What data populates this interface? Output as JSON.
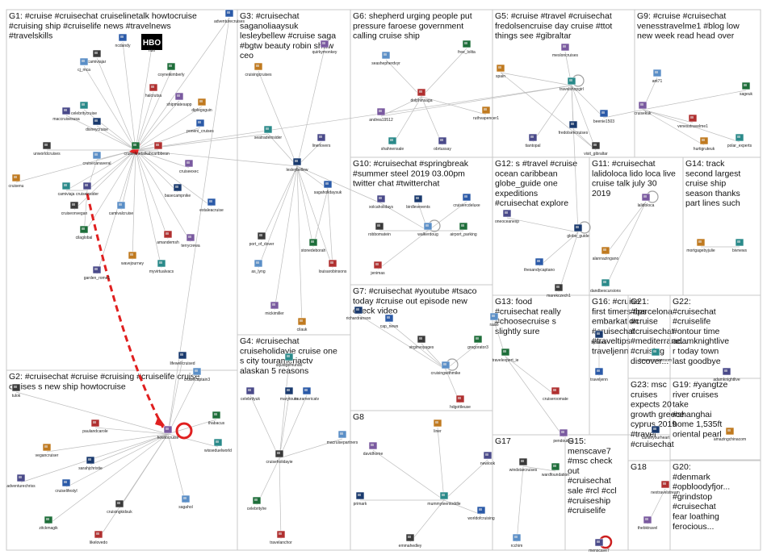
{
  "colors": {
    "group_border": "#c8c8c8",
    "edge": "#bdbdbd",
    "highlight_edge": "#e02020",
    "label_text": "#111111"
  },
  "groups": [
    {
      "id": "G1",
      "lines": [
        "G1: #cruise #cruisechat cruiselinetalk howtocruise",
        "#cruising ship #cruiselife news #travelnews",
        "#travelskills"
      ]
    },
    {
      "id": "G2",
      "lines": [
        "G2: #cruisechat #cruise #cruising #cruiselife cruise",
        "cruises s new ship howtocruise"
      ]
    },
    {
      "id": "G3",
      "lines": [
        "G3: #cruisechat",
        "saganoliaaysuk",
        "lesleybellew #cruise saga",
        "#bgtw beauty robin shaw",
        "ceo"
      ]
    },
    {
      "id": "G4",
      "lines": [
        "G4: #cruisechat",
        "cruiseholidayie cruise one",
        "s city tourameriactv",
        "alaskan 5 reasons"
      ]
    },
    {
      "id": "G5",
      "lines": [
        "G5: #cruise #travel #cruisechat",
        "fredolsencruise day cruise #ttot",
        "things see #gibraltar"
      ]
    },
    {
      "id": "G6",
      "lines": [
        "G6: shepherd urging people put",
        "pressure faroese government",
        "calling cruise ship"
      ]
    },
    {
      "id": "G7",
      "lines": [
        "G7: #cruisechat #youtube #tsaco",
        "today #cruise out episode new",
        "check video"
      ]
    },
    {
      "id": "G8",
      "lines": [
        "G8"
      ]
    },
    {
      "id": "G9",
      "lines": [
        "G9: #cruise #cruisechat",
        "venesstravelme1 #blog low",
        "new week read head over"
      ]
    },
    {
      "id": "G10",
      "lines": [
        "G10: #cruisechat #springbreak",
        "#summer steel 2019 03.00pm",
        "twitter chat #twitterchat"
      ]
    },
    {
      "id": "G11",
      "lines": [
        "G11: #cruisechat",
        "lalidoloca lido loca live",
        "cruise talk july 30",
        "2019"
      ]
    },
    {
      "id": "G12",
      "lines": [
        "G12: s #travel #cruise",
        "ocean caribbean",
        "globe_guide one",
        "expeditions",
        "#cruisechat explore"
      ]
    },
    {
      "id": "G13",
      "lines": [
        "G13: food",
        "#cruisechat really",
        "#choosecruise s",
        "slightly sure"
      ]
    },
    {
      "id": "G14",
      "lines": [
        "G14: track",
        "second largest",
        "cruise ship",
        "season thanks",
        "part lines such"
      ]
    },
    {
      "id": "G15",
      "lines": [
        "G15:",
        "menscave7",
        "#msc check",
        "out",
        "#cruisechat",
        "sale #rcl #ccl",
        "#cruiseship",
        "#cruiselife"
      ]
    },
    {
      "id": "G16",
      "lines": [
        "G16: #cruise",
        "first timers tips",
        "embarkation",
        "#cruisechat",
        "#traveltips",
        "traveljenn"
      ]
    },
    {
      "id": "G17",
      "lines": [
        "G17"
      ]
    },
    {
      "id": "G18",
      "lines": [
        "G18"
      ]
    },
    {
      "id": "G19",
      "lines": [
        "G19: #yangtze",
        "river cruises",
        "take",
        "#shanghai",
        "home 1,535ft",
        "oriental pearl"
      ]
    },
    {
      "id": "G20",
      "lines": [
        "G20:",
        "#denmark",
        "#opbloodyfjor...",
        "#grindstop",
        "#cruisechat",
        "fear loathing",
        "ferocious..."
      ]
    },
    {
      "id": "G21",
      "lines": [
        "G21:",
        "#barcelona",
        "#cruise",
        "#cruisechat",
        "#mediterrane...",
        "#cruising",
        "discover..."
      ]
    },
    {
      "id": "G22",
      "lines": [
        "G22:",
        "#cruisechat",
        "#cruiselife",
        "#ontour time",
        "adamknightlive",
        "r today town",
        "last goodbye"
      ]
    },
    {
      "id": "G23",
      "lines": [
        "G23: msc",
        "cruises",
        "expects 20",
        "growth greece",
        "cyprus 2019",
        "#travel",
        "#cruisechat"
      ]
    }
  ],
  "vertices": [
    {
      "group": "G1",
      "label": "hbo",
      "icon": "hbo-logo"
    },
    {
      "group": "G1",
      "label": "ncdandy"
    },
    {
      "group": "G1",
      "label": "camiviajar"
    },
    {
      "group": "G1",
      "label": "cj_mca"
    },
    {
      "group": "G1",
      "label": "coyneikimberly"
    },
    {
      "group": "G1",
      "label": "halcrutsa"
    },
    {
      "group": "G1",
      "label": "shipmatesapp"
    },
    {
      "group": "G1",
      "label": "diplegsguin"
    },
    {
      "group": "G1",
      "label": "celebritycruise"
    },
    {
      "group": "G1",
      "label": "maccruisesusa"
    },
    {
      "group": "G1",
      "label": "disneycruise"
    },
    {
      "group": "G1",
      "label": "poneni_cruises"
    },
    {
      "group": "G1",
      "label": "unworldcruises"
    },
    {
      "group": "G1",
      "label": "cruisecanaveral"
    },
    {
      "group": "G1",
      "label": "cruiselinetalk"
    },
    {
      "group": "G1",
      "label": "abcaribbean"
    },
    {
      "group": "G1",
      "label": "cruiseexec"
    },
    {
      "group": "G1",
      "label": "cruisenu"
    },
    {
      "group": "G1",
      "label": "camiviaja"
    },
    {
      "group": "G1",
      "label": "cruiseinsider"
    },
    {
      "group": "G1",
      "label": "basecampnike"
    },
    {
      "group": "G1",
      "label": "estaleacruise"
    },
    {
      "group": "G1",
      "label": "cruiseonvegan"
    },
    {
      "group": "G1",
      "label": "camivalcruise"
    },
    {
      "group": "G1",
      "label": "cilaglobal"
    },
    {
      "group": "G1",
      "label": "amandemsh"
    },
    {
      "group": "G1",
      "label": "terrycrewa"
    },
    {
      "group": "G1",
      "label": "wavejourney"
    },
    {
      "group": "G1",
      "label": "myvirtualvacs"
    },
    {
      "group": "G1",
      "label": "garden_rome1"
    },
    {
      "group": "G1",
      "label": "lifewellcruised"
    },
    {
      "group": "G1",
      "label": "adventurecruises"
    },
    {
      "group": "G2",
      "label": "tulok"
    },
    {
      "group": "G2",
      "label": "cruisecaptain3"
    },
    {
      "group": "G2",
      "label": "thabacus"
    },
    {
      "group": "G2",
      "label": "paulandcarole"
    },
    {
      "group": "G2",
      "label": "howtocruise"
    },
    {
      "group": "G2",
      "label": "vegancruiser"
    },
    {
      "group": "G2",
      "label": "wisseduelworld"
    },
    {
      "group": "G2",
      "label": "adventurechriss"
    },
    {
      "group": "G2",
      "label": "sarahjchristie"
    },
    {
      "group": "G2",
      "label": "cruiselifestyl"
    },
    {
      "group": "G2",
      "label": "cruisingkidsuk"
    },
    {
      "group": "G2",
      "label": "sagahol"
    },
    {
      "group": "G2",
      "label": "zitckmagik"
    },
    {
      "group": "G2",
      "label": "likelovedo"
    },
    {
      "group": "G3",
      "label": "quirkymonkey"
    },
    {
      "group": "G3",
      "label": "cruisingcruises"
    },
    {
      "group": "G3",
      "label": "seatradeinsider"
    },
    {
      "group": "G3",
      "label": "linerlovers"
    },
    {
      "group": "G3",
      "label": "lesleybellew"
    },
    {
      "group": "G3",
      "label": "sagaholidaysuk"
    },
    {
      "group": "G3",
      "label": "port_of_dover"
    },
    {
      "group": "G3",
      "label": "as_lyng"
    },
    {
      "group": "G3",
      "label": "stonedeborah"
    },
    {
      "group": "G3",
      "label": "louisarobinsons"
    },
    {
      "group": "G3",
      "label": "mickimiller"
    },
    {
      "group": "G3",
      "label": "cilauk"
    },
    {
      "group": "G4",
      "label": "squidgemundo"
    },
    {
      "group": "G4",
      "label": "celebrityuk"
    },
    {
      "group": "G4",
      "label": "marytours"
    },
    {
      "group": "G4",
      "label": "touramericatv"
    },
    {
      "group": "G4",
      "label": "cruiseholidayie"
    },
    {
      "group": "G4",
      "label": "macruisepartners"
    },
    {
      "group": "G4",
      "label": "celebritylre"
    },
    {
      "group": "G4",
      "label": "travelanchor"
    },
    {
      "group": "G5",
      "label": "mesloncruises"
    },
    {
      "group": "G5",
      "label": "spain"
    },
    {
      "group": "G5",
      "label": "travelshopgirl"
    },
    {
      "group": "G5",
      "label": "tiantopal"
    },
    {
      "group": "G5",
      "label": "fredolsencruises"
    },
    {
      "group": "G5",
      "label": "beenie1503"
    },
    {
      "group": "G5",
      "label": "visit_gibraltar"
    },
    {
      "group": "G6",
      "label": "seashepherdvyr"
    },
    {
      "group": "G6",
      "label": "free_lolita"
    },
    {
      "group": "G6",
      "label": "dolphinsaga"
    },
    {
      "group": "G6",
      "label": "andrea19512"
    },
    {
      "group": "G6",
      "label": "ruthvapencer1"
    },
    {
      "group": "G6",
      "label": "shahnensale"
    },
    {
      "group": "G6",
      "label": "obrtussay"
    },
    {
      "group": "G7",
      "label": "richardranson"
    },
    {
      "group": "G7",
      "label": "cap_news"
    },
    {
      "group": "G7",
      "label": "virginvoyages"
    },
    {
      "group": "G7",
      "label": "cruisingwithmike"
    },
    {
      "group": "G7",
      "label": "gregorator3"
    },
    {
      "group": "G7",
      "label": "hdgottleuse"
    },
    {
      "group": "G8",
      "label": "davidhome"
    },
    {
      "group": "G8",
      "label": "liner"
    },
    {
      "group": "G8",
      "label": "mummyteentoddle"
    },
    {
      "group": "G8",
      "label": "newlook"
    },
    {
      "group": "G8",
      "label": "primark"
    },
    {
      "group": "G8",
      "label": "worldofcruising"
    },
    {
      "group": "G8",
      "label": "emmahedley"
    },
    {
      "group": "G9",
      "label": "ant71"
    },
    {
      "group": "G9",
      "label": "sageuk"
    },
    {
      "group": "G9",
      "label": "venesstravelme1"
    },
    {
      "group": "G9",
      "label": "cruisekuk"
    },
    {
      "group": "G9",
      "label": "hurtigruteuk"
    },
    {
      "group": "G9",
      "label": "polar_experts"
    },
    {
      "group": "G10",
      "label": "xolcaholidays"
    },
    {
      "group": "G10",
      "label": "birdlevevents"
    },
    {
      "group": "G10",
      "label": "cruisiercdeluxe"
    },
    {
      "group": "G10",
      "label": "robbomatein"
    },
    {
      "group": "G10",
      "label": "walkerdoug"
    },
    {
      "group": "G10",
      "label": "airport_parking"
    },
    {
      "group": "G10",
      "label": "jenimas"
    },
    {
      "group": "G11",
      "label": "lalidoloca"
    },
    {
      "group": "G11",
      "label": "alannazingano"
    },
    {
      "group": "G11",
      "label": "dandbexcursions"
    },
    {
      "group": "G12",
      "label": "oneoceanexp"
    },
    {
      "group": "G12",
      "label": "globe_guide"
    },
    {
      "group": "G12",
      "label": "thesandycaptano"
    },
    {
      "group": "G12",
      "label": "marekczech1"
    },
    {
      "group": "G13",
      "label": "raalo"
    },
    {
      "group": "G13",
      "label": "travelexpert_ie"
    },
    {
      "group": "G13",
      "label": "cruiseroomate"
    },
    {
      "group": "G13",
      "label": "pendoutour"
    },
    {
      "group": "G14",
      "label": "mortgagebyjulie"
    },
    {
      "group": "G14",
      "label": "bivnews"
    },
    {
      "group": "G15",
      "label": "menscave7"
    },
    {
      "group": "G16",
      "label": "bjdbrady"
    },
    {
      "group": "G16",
      "label": "traveljenn"
    },
    {
      "group": "G17",
      "label": "windstarcruises"
    },
    {
      "group": "G17",
      "label": "rcchim"
    },
    {
      "group": "G17",
      "label": "wardfoundation"
    },
    {
      "group": "G18",
      "label": "nextravelstream"
    },
    {
      "group": "G18",
      "label": "thebktravel"
    },
    {
      "group": "G19",
      "label": "amazingchinacom"
    },
    {
      "group": "G21",
      "label": "forevercruisersom"
    },
    {
      "group": "G22",
      "label": "adamknightlive"
    },
    {
      "group": "G23",
      "label": "carlifeyourheart"
    }
  ]
}
